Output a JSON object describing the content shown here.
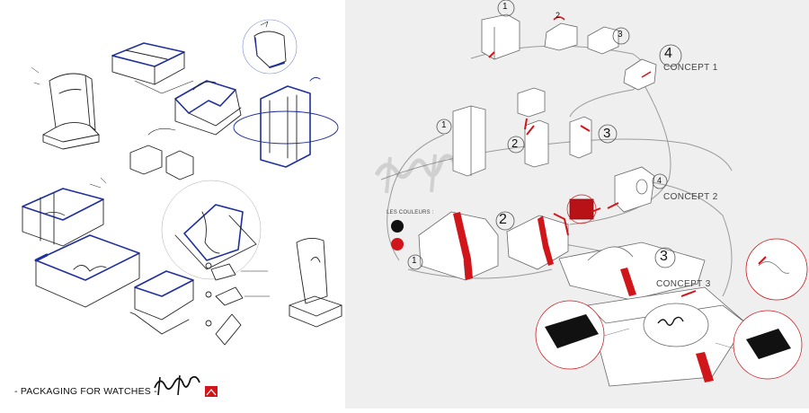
{
  "caption": "- PACKAGING FOR WATCHES -",
  "brand_script": "Quiksilver",
  "concepts": {
    "c1": "CONCEPT 1",
    "c2": "CONCEPT 2",
    "c3": "CONCEPT 3"
  },
  "colors_label": "LES COULEURS :",
  "color_swatches": [
    "#111111",
    "#d0161b"
  ],
  "steps": {
    "c1": [
      "1",
      "2",
      "3",
      "4"
    ],
    "c2": [
      "1",
      "2",
      "3",
      "4"
    ],
    "c3": [
      "1",
      "2",
      "3"
    ]
  },
  "palette": {
    "sketch_blue": "#1f2f9e",
    "accent_red": "#d0161b",
    "panel_grey": "#efefef"
  }
}
